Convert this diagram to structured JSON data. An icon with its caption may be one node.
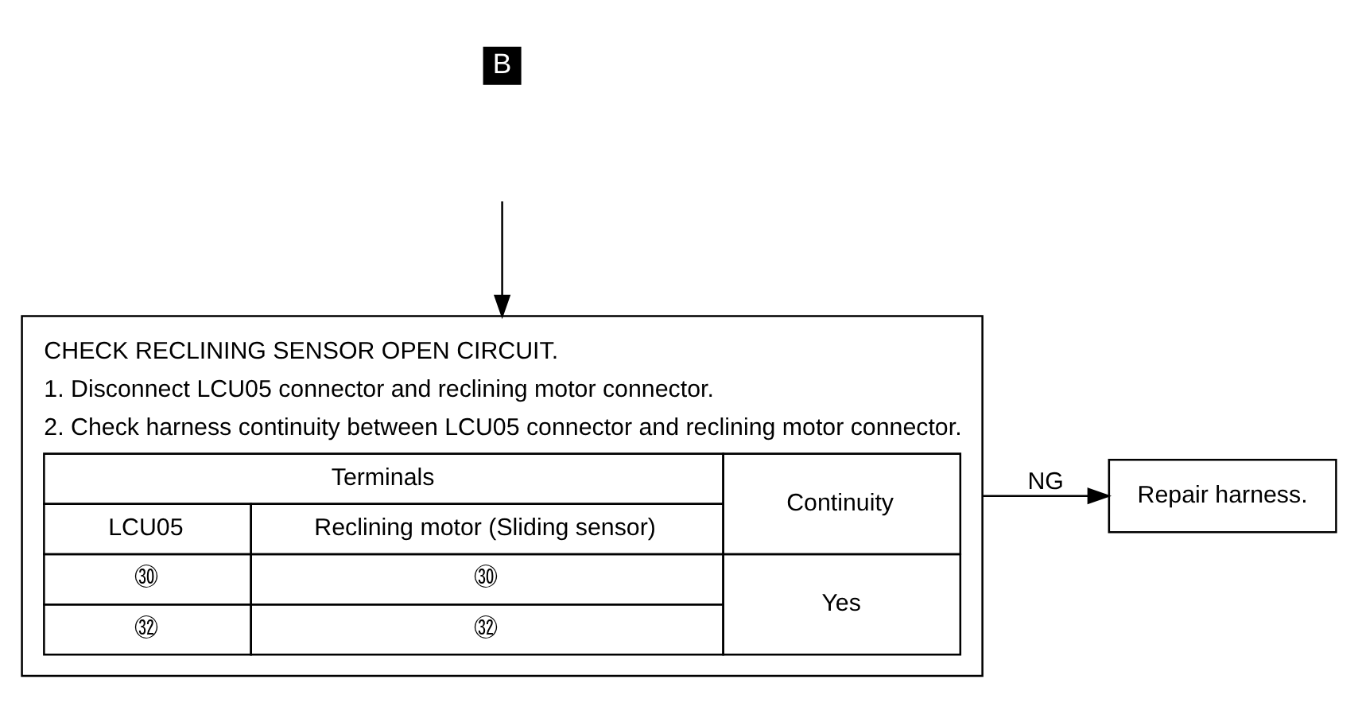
{
  "diagram": {
    "nodes": [
      {
        "text": [
          "CHECK RECLINING SENSOR OPEN CIRCUIT.",
          "1. Disconnect LCU05 connector and reclining motor connector.",
          "2. Check harness continuity between LCU05 connector and reclining motor connector.",
          "Terminals",
          "Continuity",
          "LCU05",
          "Reclining motor (Sliding sensor)",
          "㉚",
          "㉚",
          "Yes",
          "㉜",
          "㉜"
        ]
      },
      {
        "text": [
          "Repair harness."
        ]
      }
    ],
    "edges": [
      {
        "from": null,
        "to": 0,
        "arrow": "to"
      },
      {
        "from": 0,
        "to": 1,
        "arrow": "to",
        "label": "NG"
      }
    ],
    "labels": [
      "B"
    ]
  }
}
